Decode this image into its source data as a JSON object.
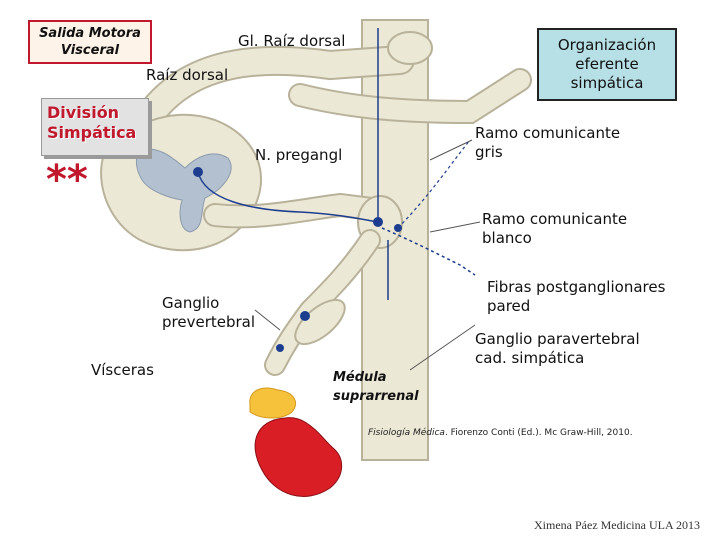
{
  "labels": {
    "salida_motora": "Salida Motora\nVisceral",
    "gl_raiz_dorsal": "Gl. Raíz dorsal",
    "organizacion": "Organización\neferente\nsimpática",
    "raiz_dorsal": "Raíz dorsal",
    "division_simpatica": "División\nSimpática",
    "stars": "**",
    "n_pregangl": "N. pregangl",
    "ramo_gris": "Ramo comunicante\ngris",
    "ramo_blanco": "Ramo comunicante\nblanco",
    "fibras_post": "Fibras postganglionares\npared",
    "ganglio_prevertebral": "Ganglio\nprevertebral",
    "ganglio_paravertebral": "Ganglio paravertebral\ncad. simpática",
    "visceras": "Vísceras",
    "medula": "Médula\nsuprarrenal"
  },
  "citation": {
    "title": "Fisiología Médica",
    "rest": ". Fiorenzo Conti (Ed.). Mc Graw-Hill, 2010."
  },
  "credit": "Ximena Páez Medicina ULA 2013",
  "colors": {
    "accent_red": "#c0182c",
    "teal_box": "#b6e0e6",
    "nerve_fill": "#ece8d6",
    "nerve_stroke": "#b9b29a",
    "gray_matter": "#b3c0cf",
    "kidney": "#d91e26",
    "adrenal": "#f6c13b",
    "neuron_blue": "#1d3d8f"
  }
}
